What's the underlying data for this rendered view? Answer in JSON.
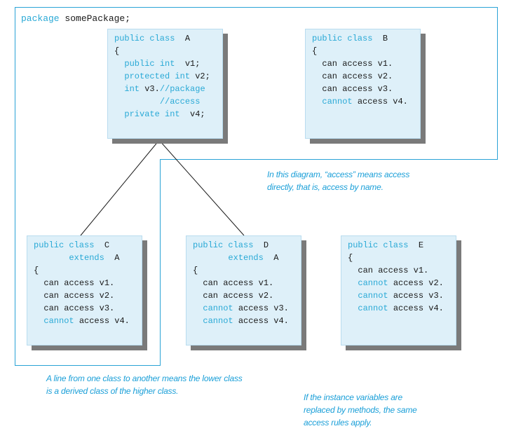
{
  "package_decl": {
    "keyword": "package",
    "name": "somePackage;"
  },
  "class_a": {
    "header": {
      "kw": "public class",
      "name": "A"
    },
    "open_brace": "{",
    "members": [
      {
        "kw": "public int",
        "rest": "v1;"
      },
      {
        "kw": "protected int",
        "rest": "v2;"
      },
      {
        "kw": "int",
        "rest": "v3.",
        "comment": "//package"
      },
      {
        "comment": "//access"
      },
      {
        "kw": "private int",
        "rest": "v4;"
      }
    ]
  },
  "class_b": {
    "header": {
      "kw": "public class",
      "name": "B"
    },
    "open_brace": "{",
    "lines": [
      {
        "pre": "",
        "text": "can access v1."
      },
      {
        "pre": "",
        "text": "can access v2."
      },
      {
        "pre": "",
        "text": "can access v3."
      },
      {
        "pre": "cannot",
        "text": "access v4."
      }
    ]
  },
  "class_c": {
    "header": {
      "kw": "public class",
      "name": "C"
    },
    "extends": {
      "kw": "extends",
      "name": "A"
    },
    "open_brace": "{",
    "lines": [
      {
        "pre": "",
        "text": "can access v1."
      },
      {
        "pre": "",
        "text": "can access v2."
      },
      {
        "pre": "",
        "text": "can access v3."
      },
      {
        "pre": "cannot",
        "text": "access v4."
      }
    ]
  },
  "class_d": {
    "header": {
      "kw": "public class",
      "name": "D"
    },
    "extends": {
      "kw": "extends",
      "name": "A"
    },
    "open_brace": "{",
    "lines": [
      {
        "pre": "",
        "text": "can access v1."
      },
      {
        "pre": "",
        "text": "can access v2."
      },
      {
        "pre": "cannot",
        "text": "access v3."
      },
      {
        "pre": "cannot",
        "text": "access v4."
      }
    ]
  },
  "class_e": {
    "header": {
      "kw": "public class",
      "name": "E"
    },
    "open_brace": "{",
    "lines": [
      {
        "pre": "",
        "text": "can access v1."
      },
      {
        "pre": "cannot",
        "text": "access v2."
      },
      {
        "pre": "cannot",
        "text": "access v3."
      },
      {
        "pre": "cannot",
        "text": "access v4."
      }
    ]
  },
  "notes": {
    "access_meaning": [
      "In this diagram, “access” means access",
      "directly, that is, access by name."
    ],
    "line_meaning": [
      "A line from one class to another means the lower class",
      "is a derived class of the higher class."
    ],
    "methods_rule": [
      "If the instance variables are",
      "replaced by methods, the same",
      "access rules apply."
    ]
  },
  "colors": {
    "keyword": "#29a9d6",
    "box_fill": "#def0f9",
    "shadow": "#7a7a7a",
    "outline": "#2aa3d6",
    "note": "#1a9fd8"
  }
}
